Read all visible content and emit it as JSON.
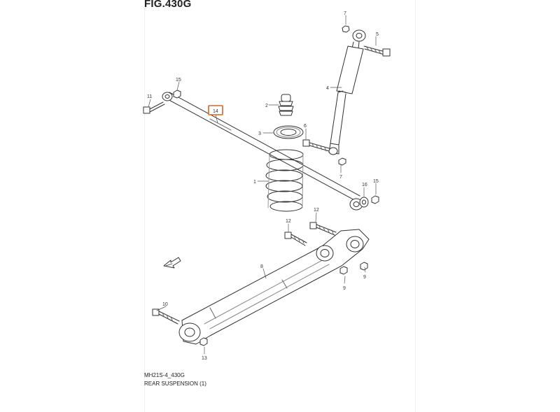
{
  "figure": {
    "title": "FIG.430G",
    "code": "MH21S-4_430G",
    "caption": "REAR SUSPENSION (1)"
  },
  "callouts": {
    "c1": "1",
    "c2": "2",
    "c3": "3",
    "c4": "4",
    "c5": "5",
    "c6": "6",
    "c7a": "7",
    "c7b": "7",
    "c8": "8",
    "c9a": "9",
    "c9b": "9",
    "c10": "10",
    "c11": "11",
    "c12a": "12",
    "c12b": "12",
    "c13": "13",
    "c14": "14",
    "c15a": "15",
    "c15b": "15",
    "c16": "16"
  },
  "colors": {
    "highlight": "#d6661a",
    "ink": "#333333"
  },
  "icons": {
    "direction": "front-arrow-icon"
  }
}
